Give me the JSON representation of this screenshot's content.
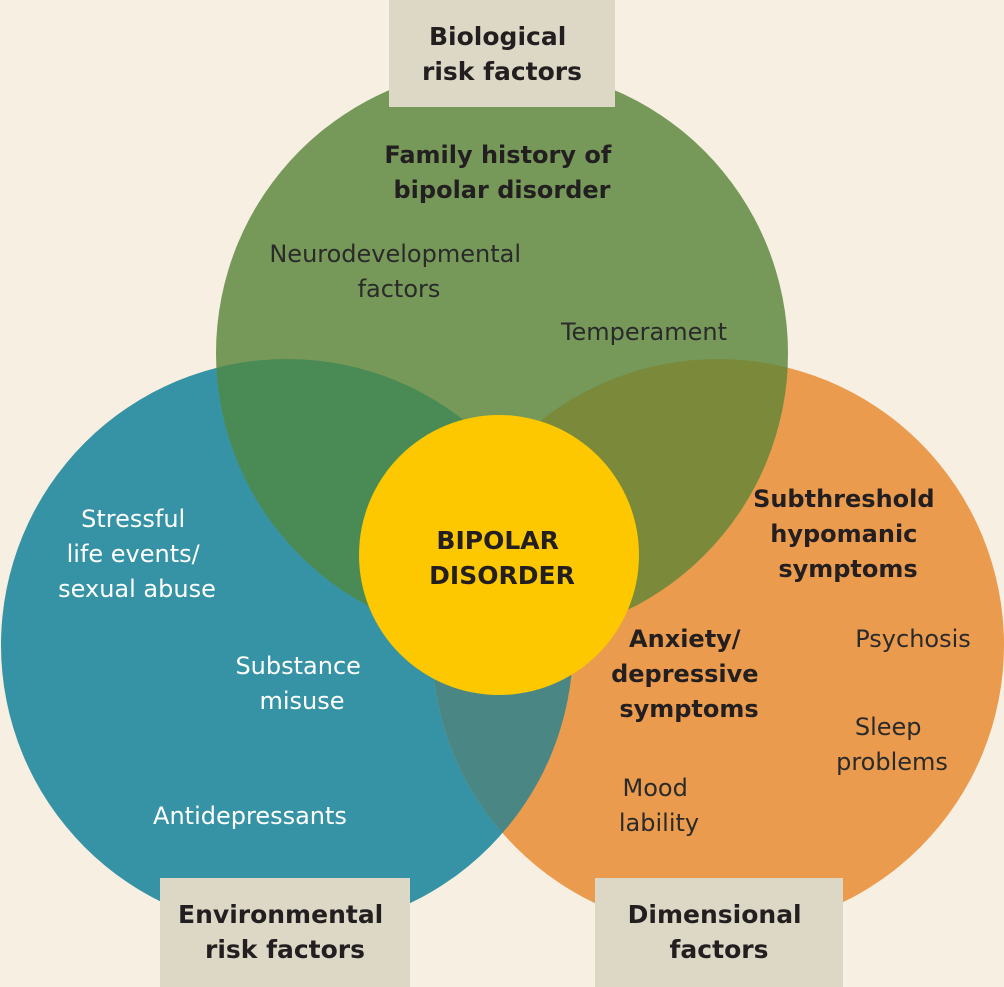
{
  "colors": {
    "background": "#f7efe2",
    "biological": "#76995a",
    "environmental": "#3693a5",
    "dimensional": "#eb9b4d",
    "bio_env_overlap": "#4a8a55",
    "bio_dim_overlap": "#7a8a3a",
    "env_dim_overlap": "#4a8684",
    "center": "#fdc800",
    "label_box": "#dcd8c5"
  },
  "biological": {
    "label": [
      "Biological",
      "risk factors"
    ],
    "items": {
      "family_history": [
        "Family history of",
        "bipolar disorder"
      ],
      "neurodevelopmental": [
        "Neurodevelopmental",
        "factors"
      ],
      "temperament": [
        "Temperament"
      ]
    }
  },
  "environmental": {
    "label": [
      "Environmental",
      "risk factors"
    ],
    "items": {
      "stressful": [
        "Stressful",
        "life events/",
        "sexual abuse"
      ],
      "substance": [
        "Substance",
        "misuse"
      ],
      "antidepressants": [
        "Antidepressants"
      ]
    }
  },
  "dimensional": {
    "label": [
      "Dimensional",
      "factors"
    ],
    "items": {
      "subthreshold": [
        "Subthreshold",
        "hypomanic",
        "symptoms"
      ],
      "anxiety": [
        "Anxiety/",
        "depressive",
        "symptoms"
      ],
      "psychosis": [
        "Psychosis"
      ],
      "sleep": [
        "Sleep",
        "problems"
      ],
      "mood": [
        "Mood",
        "lability"
      ]
    }
  },
  "center": {
    "label": [
      "BIPOLAR",
      "DISORDER"
    ]
  }
}
